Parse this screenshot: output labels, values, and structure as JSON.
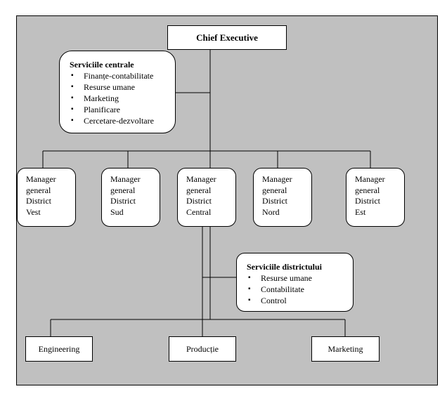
{
  "ceo": {
    "label": "Chief Executive"
  },
  "central_services": {
    "title": "Serviciile centrale",
    "items": [
      "Finanțe-contabilitate",
      "Resurse umane",
      "Marketing",
      "Planificare",
      "Cercetare-dezvoltare"
    ]
  },
  "managers": [
    {
      "lines": [
        "Manager",
        "general",
        "District",
        "Vest"
      ]
    },
    {
      "lines": [
        "Manager",
        "general",
        "District",
        "Sud"
      ]
    },
    {
      "lines": [
        "Manager",
        "general",
        "District",
        "Central"
      ]
    },
    {
      "lines": [
        "Manager",
        "general",
        "District",
        "Nord"
      ]
    },
    {
      "lines": [
        "Manager",
        "general",
        "District",
        "Est"
      ]
    }
  ],
  "district_services": {
    "title": "Serviciile districtului",
    "items": [
      "Resurse umane",
      "Contabilitate",
      "Control"
    ]
  },
  "departments": [
    "Engineering",
    "Producție",
    "Marketing"
  ]
}
